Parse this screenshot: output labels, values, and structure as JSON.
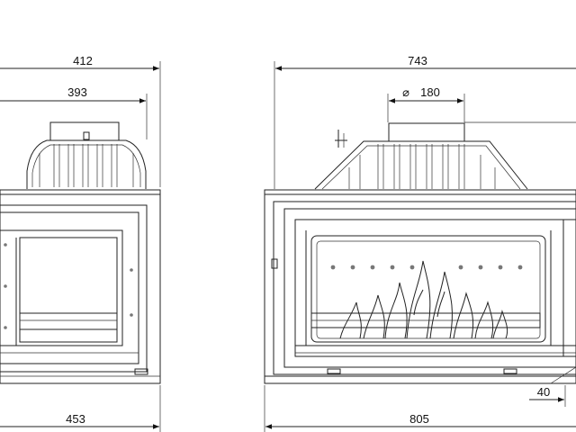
{
  "drawing": {
    "side_view": {
      "dim_overall_top": "412",
      "dim_inner_top": "393",
      "dim_bottom": "453"
    },
    "front_view": {
      "dim_overall_top": "743",
      "dim_flue": "180",
      "dim_bottom": "805",
      "dim_offset": "40"
    },
    "symbols": {
      "diameter": "⌀"
    }
  }
}
